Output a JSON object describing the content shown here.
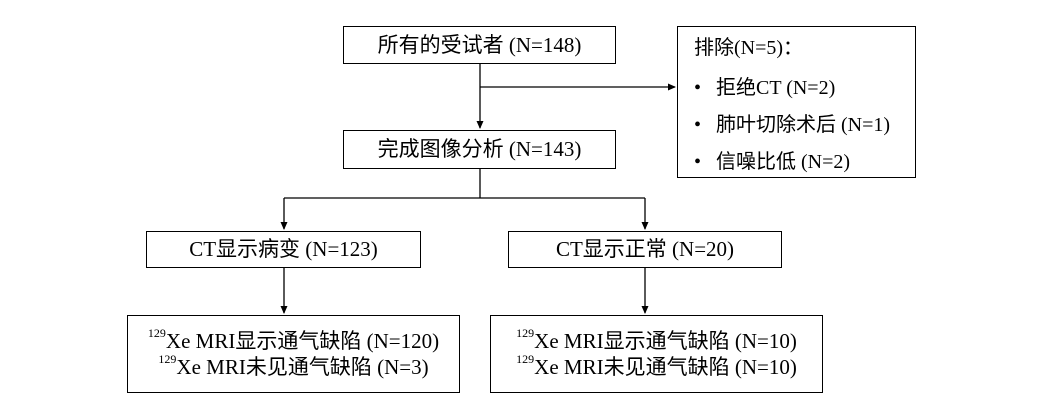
{
  "boxes": {
    "all_subjects": "所有的受试者 (N=148)",
    "completed": "完成图像分析 (N=143)",
    "ct_lesion": "CT显示病变 (N=123)",
    "ct_normal": "CT显示正常 (N=20)",
    "lesion_result": {
      "line1_sup": "129",
      "line1": "Xe MRI显示通气缺陷 (N=120)",
      "line2_sup": "129",
      "line2": "Xe MRI未见通气缺陷 (N=3)"
    },
    "normal_result": {
      "line1_sup": "129",
      "line1": "Xe MRI显示通气缺陷 (N=10)",
      "line2_sup": "129",
      "line2": "Xe MRI未见通气缺陷 (N=10)"
    }
  },
  "exclusion": {
    "title": "排除(N=5)：",
    "bullet": "•",
    "items": [
      "拒绝CT (N=2)",
      "肺叶切除术后 (N=1)",
      "信噪比低 (N=2)"
    ]
  }
}
